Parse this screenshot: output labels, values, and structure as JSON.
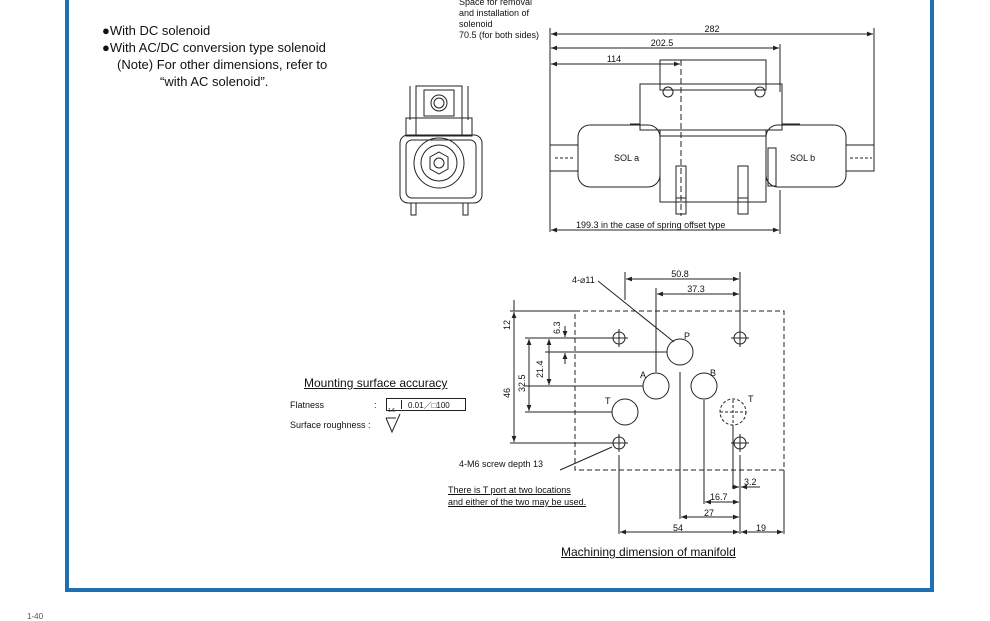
{
  "notes": {
    "line1": "●With DC solenoid",
    "line2": "●With AC/DC conversion type solenoid",
    "line3": "(Note) For other dimensions, refer to",
    "line4": "“with AC solenoid”."
  },
  "removal_note": {
    "line1": "Space for removal",
    "line2": "and installation of",
    "line3": "solenoid",
    "line4": "70.5 (for both sides)"
  },
  "valve_dims": {
    "overall": "282",
    "mid": "202.5",
    "left": "114",
    "spring_offset": "199.3  in the case of spring offset type",
    "sol_a": "SOL a",
    "sol_b": "SOL b"
  },
  "manifold_dims": {
    "hole_dia": "4-⌀11",
    "d50_8": "50.8",
    "d37_3": "37.3",
    "d12": "12",
    "d6_3": "6.3",
    "d21_4": "21.4",
    "d32_5": "32.5",
    "d46": "46",
    "port_p": "P",
    "port_a": "A",
    "port_b": "B",
    "port_t_left": "T",
    "port_t_right": "T",
    "screw": "4-M6 screw depth 13",
    "d3_2": "3.2",
    "d16_7": "16.7",
    "d27": "27",
    "d54": "54",
    "d19": "19"
  },
  "accuracy": {
    "title": "Mounting surface accuracy",
    "flatness_label": "Flatness",
    "colon": ":",
    "flatness_value": "0.01／□100",
    "roughness_label": "Surface roughness :",
    "roughness_value": "1.6"
  },
  "t_note": {
    "line1": "There is T port at two locations",
    "line2": "and either of the two may be used."
  },
  "manifold_caption": "Machining dimension of manifold",
  "page_number": "1-40",
  "colors": {
    "frame": "#1f6fb5",
    "line": "#222222"
  }
}
